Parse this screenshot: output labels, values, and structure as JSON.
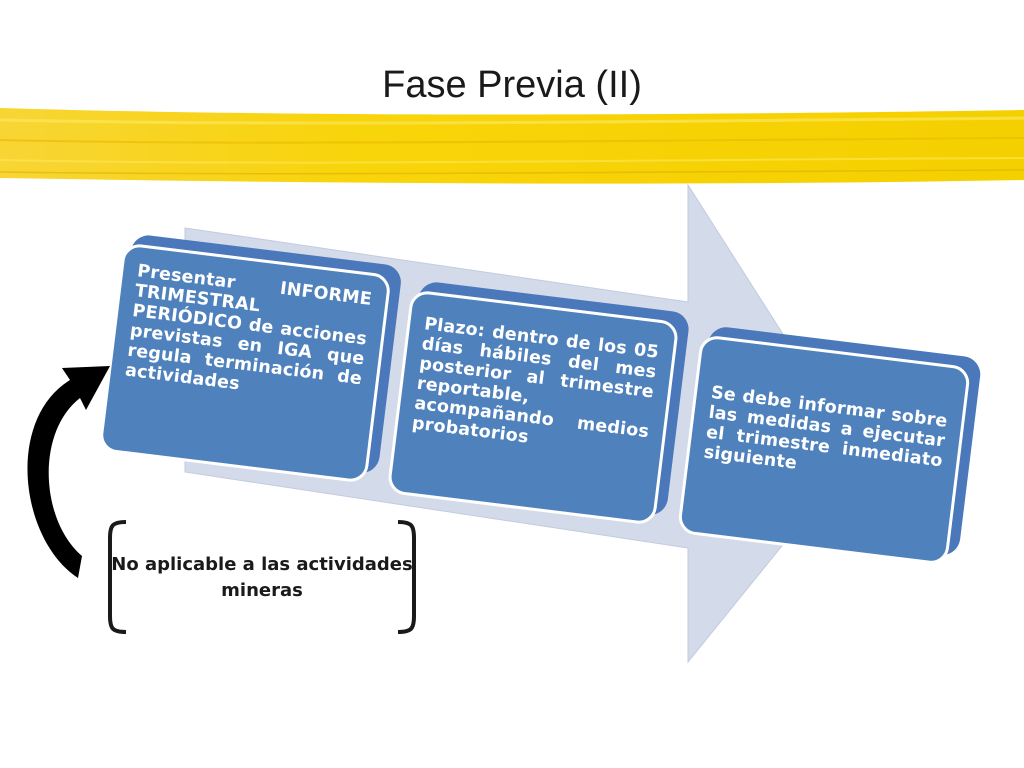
{
  "slide": {
    "title": "Fase Previa (II)"
  },
  "steps": [
    {
      "text": "Presentar INFORME TRIMESTRAL PERIÓDICO de acciones previstas en IGA que regula terminación de actividades"
    },
    {
      "text": "Plazo: dentro de los 05 días hábiles del mes posterior al trimestre reportable, acompañando medios probatorios"
    },
    {
      "text": "Se debe informar sobre las medidas a ejecutar el trimestre inmediato siguiente"
    }
  ],
  "note": {
    "text": "No aplicable a las actividades mineras"
  },
  "colors": {
    "box_fill": "#4f81bd",
    "arrow_fill": "#d3dae9",
    "brush": "#f5d100"
  }
}
